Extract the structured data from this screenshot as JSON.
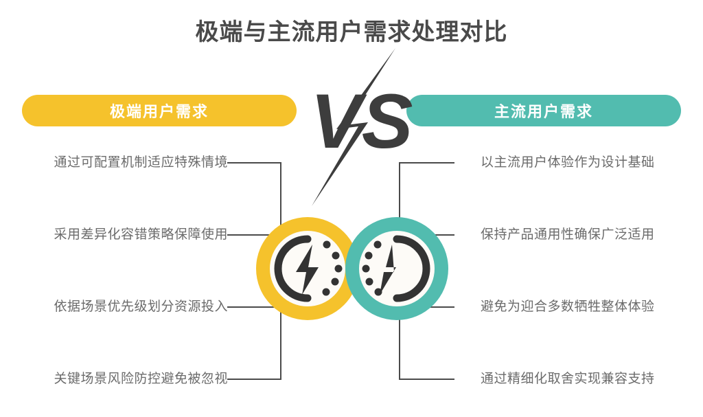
{
  "title": "极端与主流用户需求处理对比",
  "colors": {
    "left_accent": "#F5C22C",
    "right_accent": "#52BCAF",
    "text_dark": "#4a4a4a",
    "text_body": "#6b6b6b",
    "line": "#4a4a4a",
    "background": "#ffffff"
  },
  "vs": {
    "label": "VS",
    "bolt_icon": "lightning-bolt-icon"
  },
  "left_column": {
    "heading": "极端用户需求",
    "icon": "power-bolt-dotted-left-icon",
    "items": [
      {
        "label": "通过可配置机制适应特殊情境"
      },
      {
        "label": "采用差异化容错策略保障使用"
      },
      {
        "label": "依据场景优先级划分资源投入"
      },
      {
        "label": "关键场景风险防控避免被忽视"
      }
    ]
  },
  "right_column": {
    "heading": "主流用户需求",
    "icon": "power-bolt-dotted-right-icon",
    "items": [
      {
        "label": "以主流用户体验作为设计基础"
      },
      {
        "label": "保持产品通用性确保广泛适用"
      },
      {
        "label": "避免为迎合多数牺牲整体体验"
      },
      {
        "label": "通过精细化取舍实现兼容支持"
      }
    ]
  }
}
